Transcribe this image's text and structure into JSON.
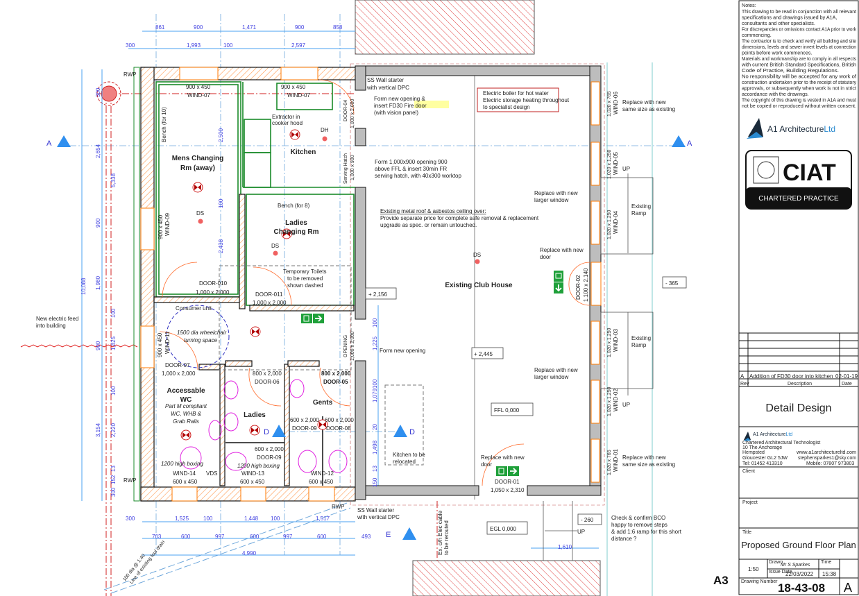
{
  "notes": {
    "heading": "Notes:",
    "lines": [
      "This drawing to be read in conjunction with all relevant",
      "specifications and drawings issued by A1A,",
      "consultants and other specialists.",
      "For discrepancies or omissions contact A1A prior to work",
      "commencing.",
      "The contractor is to check and verify all building and site",
      "dimensions, levels and sewer invert levels at connection",
      "points before work commences.",
      "Materials and workmanship are to comply in all respects",
      "with current British Standard Specifications, British",
      "Code of Practice, Building Regulations.",
      "No responsibility will be accepted for any work of",
      "construction undertaken prior to the receipt of statutory",
      "approvals, or subsequently when work is not in strict",
      "accordance with the drawings.",
      "The copyright of this drawing is vested in A1A and must",
      "not be copied or reproduced without written consent."
    ]
  },
  "logo": {
    "name": "A1 Architecture",
    "suffix": "Ltd"
  },
  "ciat": {
    "text": "CIAT",
    "badge": "CHARTERED PRACTICE"
  },
  "revisions": {
    "rows": [
      {
        "rev": "A",
        "description": "Addition of FD30 door into kitchen",
        "date": "02-01-19"
      }
    ],
    "headers": {
      "rev": "Rev",
      "description": "Description",
      "date": "Date"
    }
  },
  "stage": "Detail Design",
  "company": {
    "name": "A1 Architecture",
    "suffix": "Ltd",
    "role": "Chartered Architectural Technologist",
    "address": [
      "10 The Anchorage",
      "Hempsted",
      "Gloucester GL2 5JW"
    ],
    "tel": "Tel: 01452 413310",
    "web": "www.a1architectureltd.com",
    "email": "stephensparkes1@sky.com",
    "mobile": "Mobile: 07807 973803"
  },
  "client_label": "Client",
  "project_label": "Project",
  "title_label": "Title",
  "title": "Proposed Ground Floor Plan",
  "scale": "1:50",
  "drawn_label": "Drawn",
  "drawn_by": "Mr S Sparkes",
  "time_label": "Time",
  "issue_date_label": "Issue Date",
  "issue_date": "22/03/2022",
  "time": "15:38",
  "drawing_number_label": "Drawing Number",
  "drawing_number": "18-43-08",
  "revision": "A",
  "paper_size": "A3",
  "dims": {
    "top1": [
      "861",
      "900",
      "1,471",
      "900",
      "858"
    ],
    "top2": [
      "300",
      "1,993",
      "100",
      "2,597"
    ],
    "left": [
      "300",
      "2,654",
      "5,338",
      "900",
      "1,980",
      "10,088",
      "100",
      "900",
      "1,825",
      "100",
      "3,154",
      "2,220",
      "13",
      "152",
      "300"
    ],
    "bottom1": [
      "300",
      "1,525",
      "100",
      "1,448",
      "100",
      "1,517"
    ],
    "bottom2": [
      "703",
      "600",
      "997",
      "600",
      "997",
      "600",
      "493"
    ],
    "bottom3": "4,990",
    "mid": [
      "100",
      "1,225",
      "100",
      "1,079",
      "20",
      "1,498",
      "13",
      "150"
    ],
    "interior": [
      "2,500",
      "100",
      "2,438"
    ],
    "ramp": "1,610"
  },
  "levels": {
    "l1": "+ 2,156",
    "l2": "+ 2,445",
    "ffl": "FFL 0,000",
    "egl": "EGL 0,000",
    "l3": "- 260",
    "l4": "- 365"
  },
  "sections": {
    "a": "A",
    "d": "D",
    "e": "E"
  },
  "rooms": {
    "mens": [
      "Mens Changing",
      "Rm (away)"
    ],
    "kitchen": "Kitchen",
    "ladies_changing": [
      "Ladies",
      "Changing Rm"
    ],
    "accessible": [
      "Accessable",
      "WC"
    ],
    "ladies": "Ladies",
    "gents": "Gents",
    "club": "Existing Club House"
  },
  "labels": {
    "rwp": "RWP",
    "wind07a": [
      "900 x 450",
      "WIND-07"
    ],
    "wind07b": [
      "900 x 450",
      "WIND-07"
    ],
    "extractor": [
      "Extractor in",
      "cooker hood"
    ],
    "dh": "DH",
    "ds": "DS",
    "bench10": "Bench (for 10)",
    "bench8": "Bench (for 8)",
    "wind09": [
      "900 x 450",
      "WIND-09"
    ],
    "door010": [
      "DOOR-010",
      "1,000 x 2,000"
    ],
    "door011": [
      "DOOR-011",
      "1,000 x 2,000"
    ],
    "temp_toilets": [
      "Temporary Toilets",
      "to be removed",
      "shown dashed"
    ],
    "consumer": "Consumer unit",
    "turning": [
      "1500 dia wheelchair",
      "turning space"
    ],
    "wind11": [
      "900 x 450",
      "WIND-11"
    ],
    "door07": [
      "DOOR-07",
      "1,000 x 2,000"
    ],
    "partm": [
      "Part M compliant",
      "WC, WHB &",
      "Grab Rails"
    ],
    "door06": [
      "800 x 2,000",
      "DOOR-06"
    ],
    "door05": [
      "800 x 2,000",
      "DOOR-05"
    ],
    "door09a": [
      "600 x 2,000",
      "DOOR-09"
    ],
    "door08": [
      "600 x 2,000",
      "DOOR-08"
    ],
    "door09b": [
      "600 x 2,000",
      "DOOR-09"
    ],
    "boxing": "1200 high boxing",
    "wind14": "WIND-14",
    "vds": "VDS",
    "wind13": "WIND-13",
    "wind12": "WIND-12",
    "w600": "600 x 450",
    "door04": [
      "DOOR-04",
      "1,000 x 2,000"
    ],
    "hatch": [
      "Serving Hatch",
      "1,000 x 900"
    ],
    "opening": [
      "OPENING",
      "1,000 x 2,000"
    ],
    "ss_wall": [
      "SS Wall starter",
      "with vertical DPC"
    ],
    "fd30": [
      "Form new opening &",
      "insert ",
      "FD30 Fire door",
      "(with vision panel)"
    ],
    "boiler": [
      "Electric boiler for hot water",
      "Electric storage heating throughout",
      "to specialist design"
    ],
    "serving": [
      "Form 1,000x900 opening 900",
      "above FFL & insert 30min FR",
      "serving hatch, with 40x300 worktop"
    ],
    "roof": [
      "Existing metal roof & asbestos ceiling over:",
      "Provide separate price for complete safe removal & replacement",
      "upgrade as spec. or remain untouched."
    ],
    "form_opening": "Form new opening",
    "kitchen_reloc": [
      "Kitchen to be",
      "relocated"
    ],
    "larger_window": [
      "Replace with new",
      "larger window"
    ],
    "new_door": [
      "Replace with new",
      "door"
    ],
    "same_size": [
      "Replace with new",
      "same size as existing"
    ],
    "up": "UP",
    "ramp": [
      "Existing",
      "Ramp"
    ],
    "door02": [
      "DOOR-02",
      "1,100 x 2,140"
    ],
    "door01": [
      "DOOR-01",
      "1,050 x 2,310"
    ],
    "windows": [
      {
        "id": "WIND-06",
        "size": "1,020 x 765"
      },
      {
        "id": "WIND-05",
        "size": "1,020 x 1,250"
      },
      {
        "id": "WIND-04",
        "size": "1,020 x 1,250"
      },
      {
        "id": "WIND-03",
        "size": "1,020 x 1,250"
      },
      {
        "id": "WIND-02",
        "size": "1,020 x 1,250"
      },
      {
        "id": "WIND-01",
        "size": "1,020 x 765"
      }
    ],
    "bco": [
      "Check & confirm BCO",
      "happy to remove steps",
      "& add 1:6 ramp for this short",
      "distance ?"
    ],
    "cable": [
      "Ex. o/h Elec cable",
      "to be rerouted"
    ],
    "feed": [
      "New electric feed",
      "into building"
    ],
    "drain": [
      "100 dia @ 1:40",
      "Line of existing foul drain"
    ]
  },
  "colors": {
    "dim": "#4040e0",
    "section": "#2f8fef",
    "wall_hatch": "#ff8a3a",
    "interior": "#1a8a2a",
    "exit": "#1fa03a",
    "sanitary": "#e020e0"
  }
}
